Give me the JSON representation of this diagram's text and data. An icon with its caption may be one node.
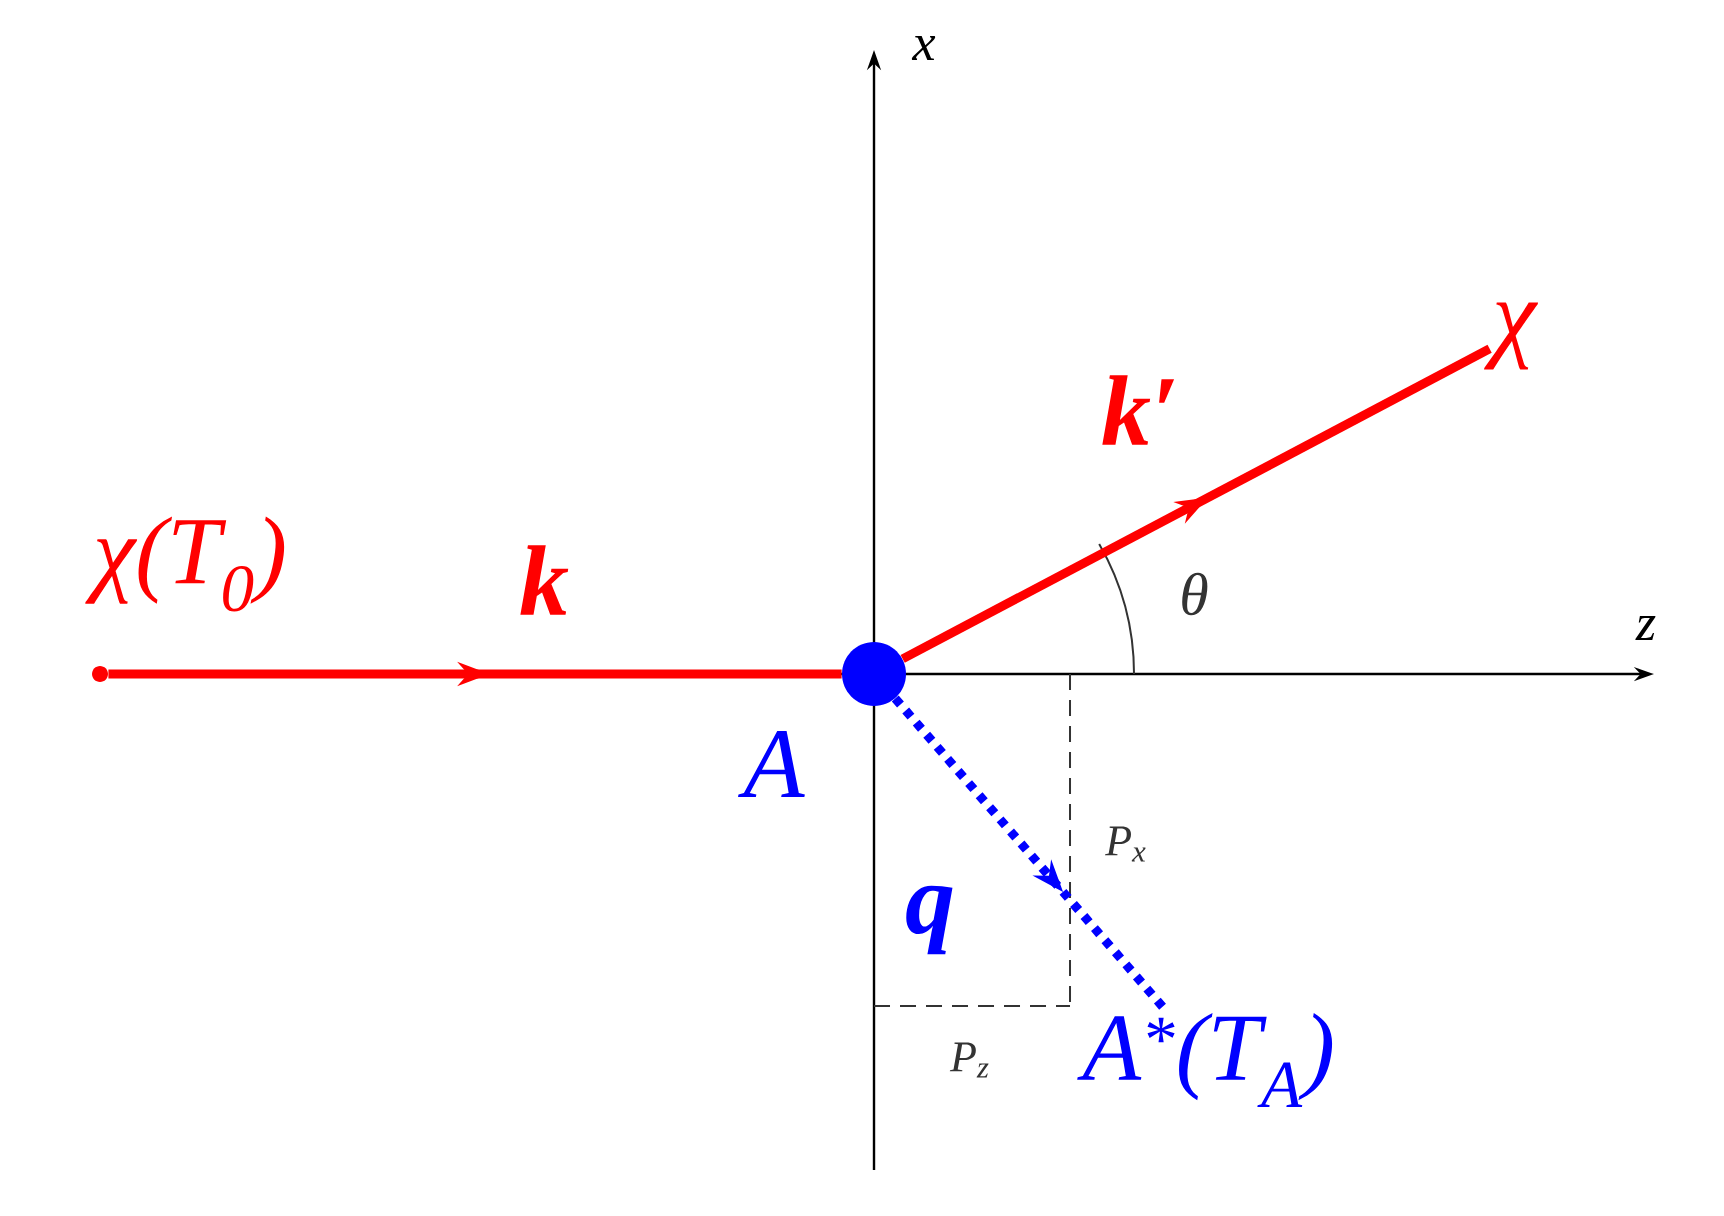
{
  "diagram": {
    "nodes": [
      {
        "text": [],
        "shape": "circle",
        "beside": [
          "χ(T$_{0}$)"
        ]
      },
      {
        "text": [],
        "shape": "circle",
        "beside": [
          "A"
        ]
      },
      {
        "text": [
          "χ"
        ]
      },
      {
        "text": [
          "A$^{*}$(T$_{A}$)"
        ]
      }
    ],
    "edges": [
      {
        "from": 0,
        "to": 1,
        "arrow": "to",
        "label": "k"
      },
      {
        "from": 1,
        "to": 2,
        "arrow": "to",
        "label": "k′"
      },
      {
        "from": 1,
        "to": 3,
        "arrow": "to",
        "label": "q",
        "style": "dashed",
        "color": "#0000ff"
      }
    ],
    "labels": [
      "x",
      "z",
      "θ",
      "P$_{x}$",
      "P$_{z}$"
    ]
  }
}
